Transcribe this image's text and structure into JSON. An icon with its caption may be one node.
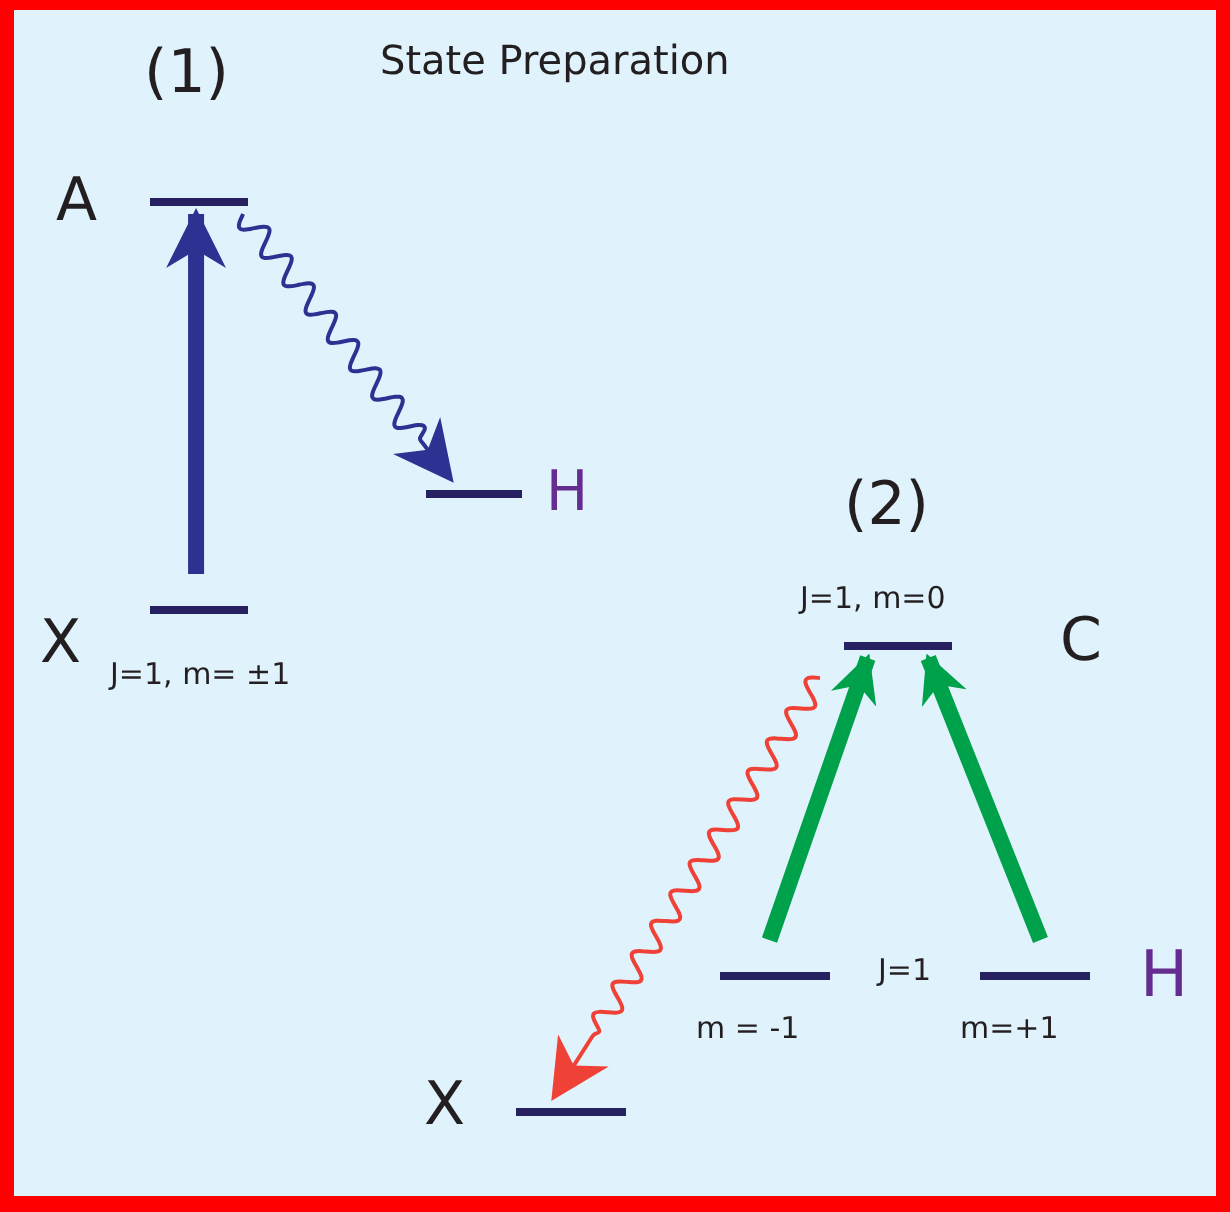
{
  "diagram": {
    "title": "State Preparation",
    "nodes": [
      {
        "text": [
          "A"
        ]
      },
      {
        "text": [
          "X",
          "J=1, m= ±1"
        ]
      },
      {
        "text": [
          "H"
        ]
      },
      {
        "text": [
          "J=1, m=0",
          "C"
        ]
      },
      {
        "text": [
          "m = -1"
        ]
      },
      {
        "text": [
          "m=+1",
          "H"
        ]
      },
      {
        "text": [
          "X"
        ]
      }
    ],
    "edges": [
      {
        "from": 1,
        "to": 0,
        "arrow": "to",
        "color": "#2e3192"
      },
      {
        "from": 0,
        "to": 2,
        "arrow": "to",
        "color": "#2e3192"
      },
      {
        "from": 4,
        "to": 3,
        "arrow": "to",
        "color": "#00a14b"
      },
      {
        "from": 5,
        "to": 3,
        "arrow": "to",
        "color": "#00a14b"
      },
      {
        "from": 3,
        "to": 6,
        "arrow": "to",
        "color": "#ef4136"
      }
    ],
    "labels": [
      "(1)",
      "(2)",
      "J=1"
    ]
  }
}
